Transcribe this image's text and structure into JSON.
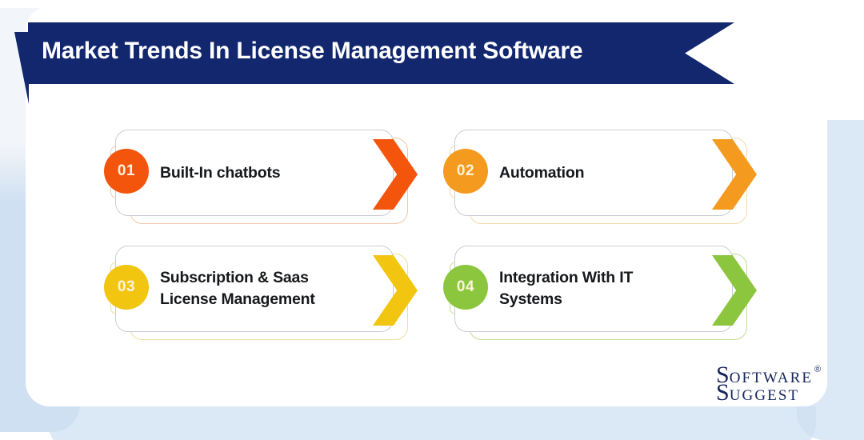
{
  "header": {
    "title": "Market Trends In License Management Software",
    "banner_color": "#12276e",
    "title_color": "#ffffff"
  },
  "cards": [
    {
      "number": "01",
      "lines": [
        "Built-In chatbots"
      ],
      "accent": "#f4550c",
      "accent_soft": "#f2c8a8"
    },
    {
      "number": "02",
      "lines": [
        "Automation"
      ],
      "accent": "#f49b1f",
      "accent_soft": "#f3dcab"
    },
    {
      "number": "03",
      "lines": [
        "Subscription & Saas",
        "License Management"
      ],
      "accent": "#f2c511",
      "accent_soft": "#ecdf9c"
    },
    {
      "number": "04",
      "lines": [
        "Integration With IT",
        "Systems"
      ],
      "accent": "#8cc63e",
      "accent_soft": "#c2dd96"
    }
  ],
  "logo": {
    "line1_cap": "S",
    "line1_rest": "oftware",
    "line2_cap": "S",
    "line2_rest": "uggest",
    "registered_mark": "®",
    "color": "#14255c"
  }
}
